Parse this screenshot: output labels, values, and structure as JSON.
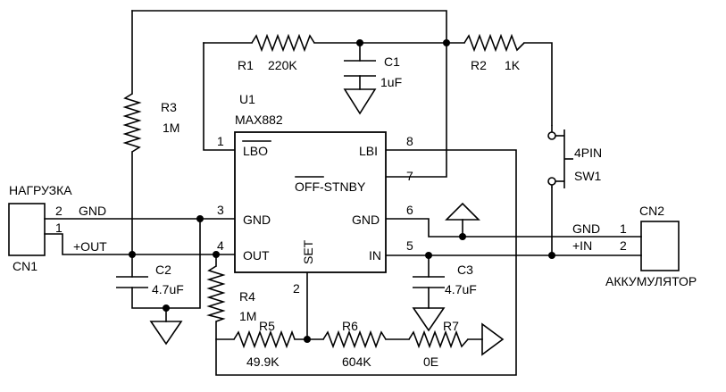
{
  "components": {
    "r1": {
      "ref": "R1",
      "value": "220K"
    },
    "r2": {
      "ref": "R2",
      "value": "1K"
    },
    "r3": {
      "ref": "R3",
      "value": "1M"
    },
    "r4": {
      "ref": "R4",
      "value": "1M"
    },
    "r5": {
      "ref": "R5",
      "value": "49.9K"
    },
    "r6": {
      "ref": "R6",
      "value": "604K"
    },
    "r7": {
      "ref": "R7",
      "value": "0E"
    },
    "c1": {
      "ref": "C1",
      "value": "1uF"
    },
    "c2": {
      "ref": "C2",
      "value": "4.7uF"
    },
    "c3": {
      "ref": "C3",
      "value": "4.7uF"
    },
    "u1": {
      "ref": "U1",
      "part": "MAX882"
    },
    "sw1": {
      "ref": "SW1",
      "type": "4PIN"
    }
  },
  "pins": {
    "lbo": {
      "name": "LBO",
      "num": "1"
    },
    "set": {
      "name": "SET",
      "num": "2"
    },
    "gnd_left": {
      "name": "GND",
      "num": "3"
    },
    "out": {
      "name": "OUT",
      "num": "4"
    },
    "in": {
      "name": "IN",
      "num": "5"
    },
    "gnd_right": {
      "name": "GND",
      "num": "6"
    },
    "off_stnby": {
      "name_overbar": "OFF",
      "name_suffix": "-STNBY",
      "num": "7"
    },
    "lbi": {
      "name": "LBI",
      "num": "8"
    }
  },
  "connectors": {
    "cn1": {
      "ref": "CN1",
      "title": "НАГРУЗКА",
      "pin_gnd": {
        "num": "2",
        "net": "GND"
      },
      "pin_out": {
        "num": "1",
        "net": "+OUT"
      }
    },
    "cn2": {
      "ref": "CN2",
      "title": "АККУМУЛЯТОР",
      "pin_gnd": {
        "num": "1",
        "net": "GND"
      },
      "pin_in": {
        "num": "2",
        "net": "+IN"
      }
    }
  }
}
